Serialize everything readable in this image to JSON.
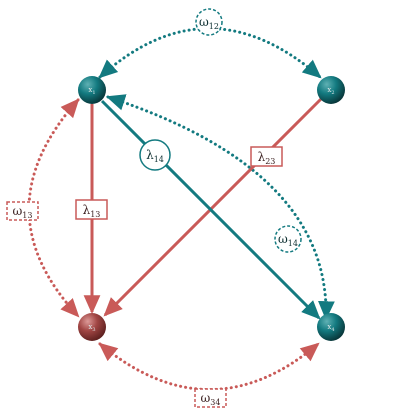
{
  "colors": {
    "teal": "#137a80",
    "red": "#c95a58",
    "teal_node": "#0f4f53",
    "red_node": "#8e3a38"
  },
  "nodes": {
    "x1": {
      "base": "x",
      "sub": "1"
    },
    "x2": {
      "base": "x",
      "sub": "2"
    },
    "x3": {
      "base": "x",
      "sub": "3"
    },
    "x4": {
      "base": "x",
      "sub": "4"
    }
  },
  "edges": {
    "lambda13": {
      "base": "λ",
      "sub": "13"
    },
    "lambda14": {
      "base": "λ",
      "sub": "14"
    },
    "lambda23": {
      "base": "λ",
      "sub": "23"
    }
  },
  "covariances": {
    "omega12": {
      "base": "ω",
      "sub": "12"
    },
    "omega13": {
      "base": "ω",
      "sub": "13"
    },
    "omega14": {
      "base": "ω",
      "sub": "14"
    },
    "omega34": {
      "base": "ω",
      "sub": "34"
    }
  }
}
